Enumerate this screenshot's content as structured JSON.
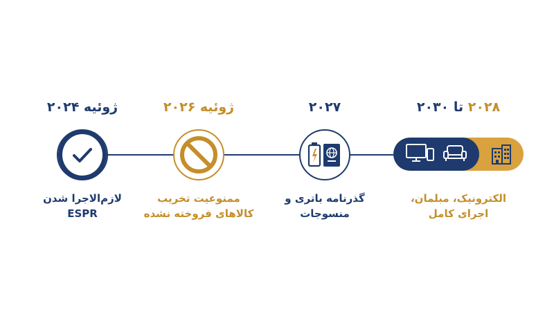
{
  "milestones": [
    {
      "heading": "ژوئیه ۲۰۲۴",
      "caption_line1": "لازم‌الاجرا شدن",
      "caption_line2": "ESPR",
      "icon": "check-circle-icon",
      "color": "#1e3a6e"
    },
    {
      "heading": "ژوئیه ۲۰۲۶",
      "caption_line1": "ممنوعیت تخریب",
      "caption_line2": "کالاهای فروخته نشده",
      "icon": "prohibited-icon",
      "color": "#c48e2a"
    },
    {
      "heading": "۲۰۲۷",
      "caption_line1": "گذرنامه باتری و",
      "caption_line2": "منسوجات",
      "icon": "battery-passport-icon",
      "color": "#1e3a6e"
    },
    {
      "heading_start": "۲۰۲۸",
      "heading_middle": "تا",
      "heading_end": "۲۰۳۰",
      "caption_line1": "الکترونیک، مبلمان،",
      "caption_line2": "اجرای کامل",
      "icons": [
        "computer-devices-icon",
        "sofa-icon",
        "building-icon"
      ],
      "color": "#c48e2a"
    }
  ],
  "colors": {
    "navy": "#1e3a6e",
    "gold": "#c48e2a",
    "gold_light": "#d9a23e"
  }
}
